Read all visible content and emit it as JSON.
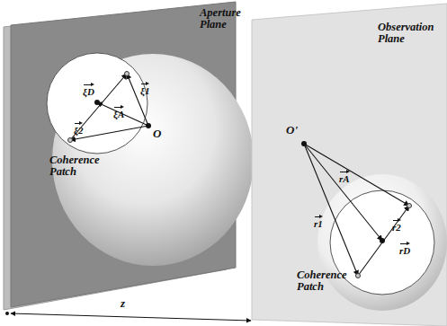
{
  "diagram": {
    "labels": [
      "Aperture Plane",
      "Observation Plane",
      "Coherence Patch",
      "Coherence Patch",
      "O",
      "O'",
      "ξD",
      "ξA",
      "ξ1",
      "ξ2",
      "r1",
      "r2",
      "rA",
      "rD",
      "z"
    ]
  }
}
